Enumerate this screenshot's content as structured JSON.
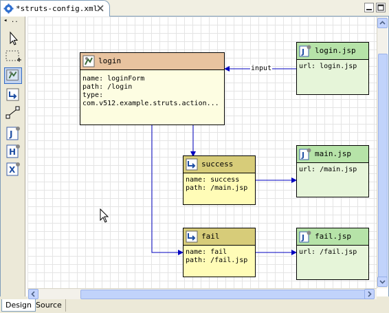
{
  "editor_tab": {
    "title": "*struts-config.xml"
  },
  "palette": {
    "header": "◂ .."
  },
  "nodes": {
    "login": {
      "title": "login",
      "lines": [
        "name: loginForm",
        "path: /login",
        "type:",
        "com.v512.example.struts.action..."
      ]
    },
    "login_jsp": {
      "title": "login.jsp",
      "url": "url: login.jsp"
    },
    "success": {
      "title": "success",
      "lines": [
        "name: success",
        "path: /main.jsp"
      ]
    },
    "main_jsp": {
      "title": "main.jsp",
      "url": "url: /main.jsp"
    },
    "fail": {
      "title": "fail",
      "lines": [
        "name: fail",
        "path: /fail.jsp"
      ]
    },
    "fail_jsp": {
      "title": "fail.jsp",
      "url": "url: /fail.jsp"
    }
  },
  "edge_labels": {
    "input": "input"
  },
  "bottom_tabs": [
    "Design",
    "Source"
  ],
  "colors": {
    "action_header": "#e8c39f",
    "jsp_header": "#b6e3a8",
    "forward_header": "#d7cc79",
    "edge": "#0000c0"
  }
}
